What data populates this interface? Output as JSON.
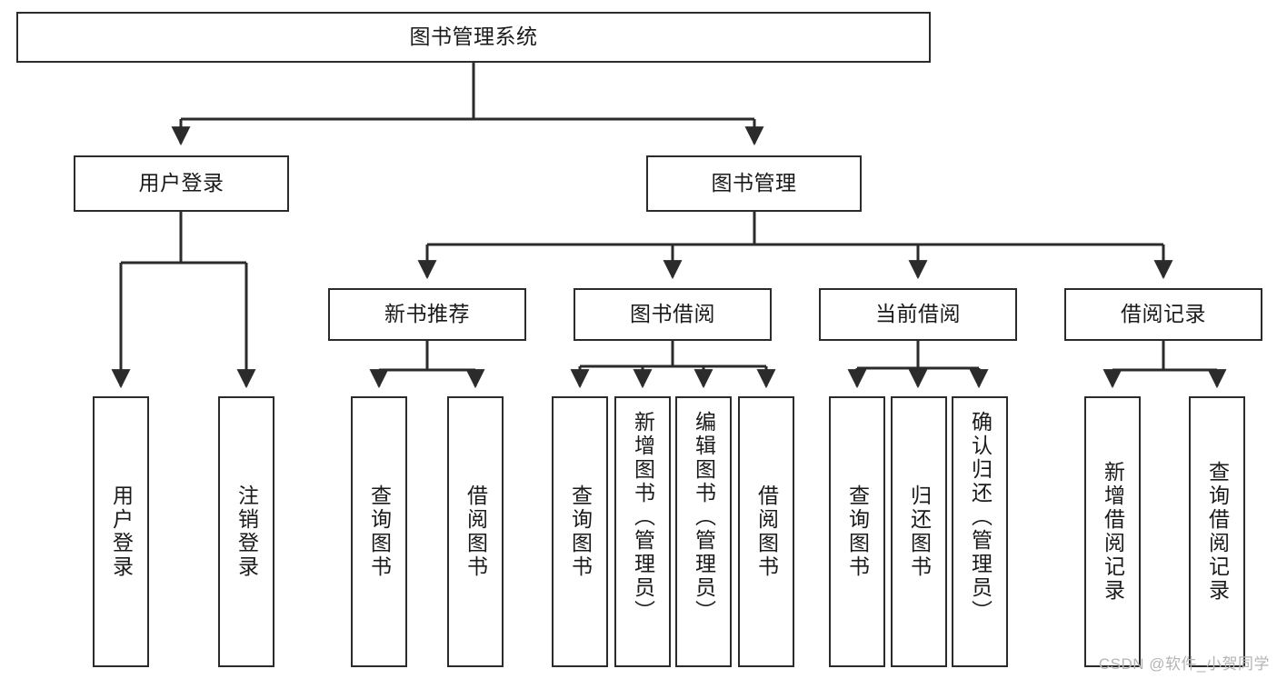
{
  "diagram": {
    "type": "tree-hierarchy",
    "title": "图书管理系统",
    "watermark": "CSDN @软件_小贺同学",
    "colors": {
      "stroke": "#2b2b2b",
      "fill": "#ffffff",
      "text": "#1a1a1a",
      "watermark": "#b4b4b4"
    },
    "levels": {
      "root": {
        "label": "图书管理系统"
      },
      "level2": [
        {
          "id": "user-login",
          "label": "用户登录"
        },
        {
          "id": "book-management",
          "label": "图书管理"
        }
      ],
      "level3": [
        {
          "id": "new-book-recommend",
          "label": "新书推荐"
        },
        {
          "id": "book-borrow",
          "label": "图书借阅"
        },
        {
          "id": "current-borrow",
          "label": "当前借阅"
        },
        {
          "id": "borrow-record",
          "label": "借阅记录"
        }
      ],
      "leaves": {
        "user-login": [
          {
            "id": "leaf-user-login",
            "label": "用户登录"
          },
          {
            "id": "leaf-logout",
            "label": "注销登录"
          }
        ],
        "new-book-recommend": [
          {
            "id": "leaf-query-book-1",
            "label": "查询图书"
          },
          {
            "id": "leaf-borrow-book-1",
            "label": "借阅图书"
          }
        ],
        "book-borrow": [
          {
            "id": "leaf-query-book-2",
            "label": "查询图书"
          },
          {
            "id": "leaf-add-book",
            "label": "新增图书（管理员）"
          },
          {
            "id": "leaf-edit-book",
            "label": "编辑图书（管理员）"
          },
          {
            "id": "leaf-borrow-book-2",
            "label": "借阅图书"
          }
        ],
        "current-borrow": [
          {
            "id": "leaf-query-book-3",
            "label": "查询图书"
          },
          {
            "id": "leaf-return-book",
            "label": "归还图书"
          },
          {
            "id": "leaf-confirm-return",
            "label": "确认归还（管理员）"
          }
        ],
        "borrow-record": [
          {
            "id": "leaf-add-record",
            "label": "新增借阅记录"
          },
          {
            "id": "leaf-query-record",
            "label": "查询借阅记录"
          }
        ]
      }
    }
  }
}
